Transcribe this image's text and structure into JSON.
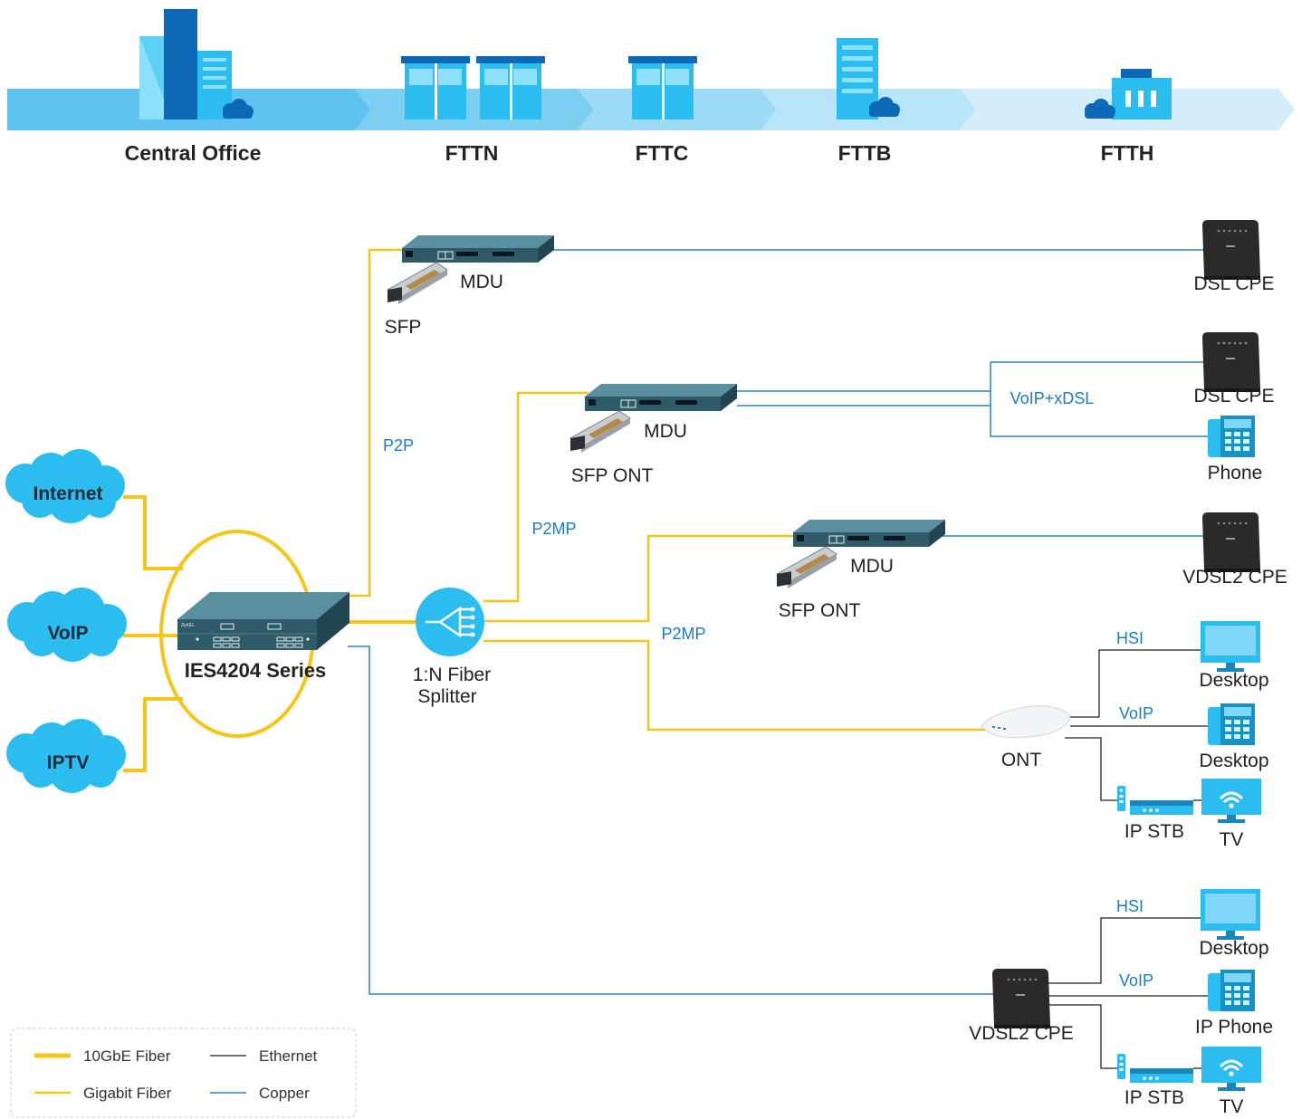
{
  "stages": [
    "Central Office",
    "FTTN",
    "FTTC",
    "FTTB",
    "FTTH"
  ],
  "services": [
    "Internet",
    "VoIP",
    "IPTV"
  ],
  "core": {
    "label": "IES4204 Series",
    "brand": "ZyXEL"
  },
  "splitter": {
    "line1": "1:N Fiber",
    "line2": "Splitter"
  },
  "links": {
    "p2p": "P2P",
    "p2mp_1": "P2MP",
    "p2mp_2": "P2MP"
  },
  "branch1": {
    "device": "MDU",
    "module": "SFP",
    "cpe": "DSL CPE"
  },
  "branch2": {
    "device": "MDU",
    "module": "SFP ONT",
    "service": "VoIP+xDSL",
    "cpe": "DSL CPE",
    "phone": "Phone"
  },
  "branch3": {
    "device": "MDU",
    "module": "SFP ONT",
    "cpe": "VDSL2 CPE"
  },
  "branch4": {
    "device": "ONT",
    "hsi": "HSI",
    "voip": "VoIP",
    "desktop1": "Desktop",
    "desktop2": "Desktop",
    "stb": "IP STB",
    "tv": "TV"
  },
  "branch5": {
    "device": "VDSL2 CPE",
    "hsi": "HSI",
    "voip": "VoIP",
    "desktop": "Desktop",
    "phone": "IP Phone",
    "stb": "IP STB",
    "tv": "TV"
  },
  "legend": {
    "fiber10g": "10GbE Fiber",
    "ethernet": "Ethernet",
    "gigabit": "Gigabit Fiber",
    "copper": "Copper"
  },
  "colors": {
    "fiber": "#f5c518",
    "copper": "#2a83c6",
    "cloud": "#2cbdf0",
    "device": "#3e6e7e",
    "banner": "#8fd3f4"
  },
  "icons": [
    "cloud-icon",
    "building-icon",
    "switch-icon",
    "sfp-icon",
    "splitter-icon",
    "cpe-router-icon",
    "ont-icon",
    "phone-icon",
    "desktop-icon",
    "tv-icon",
    "set-top-box-icon",
    "remote-icon"
  ]
}
